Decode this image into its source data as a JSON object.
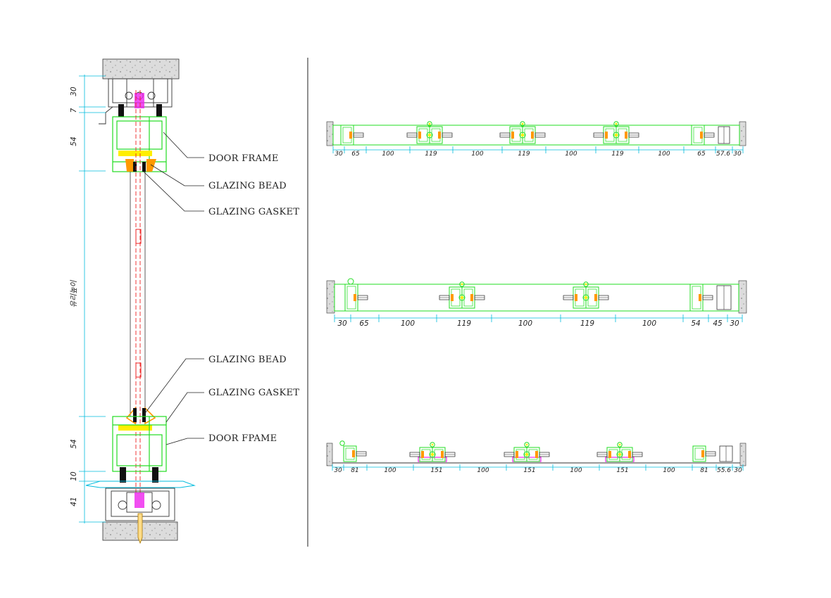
{
  "section": {
    "callouts": {
      "door_frame_top": "DOOR FRAME",
      "glazing_bead_top": "GLAZING BEAD",
      "glazing_gasket_top": "GLAZING GASKET",
      "glazing_bead_bottom": "GLAZING BEAD",
      "glazing_gasket_bottom": "GLAZING GASKET",
      "door_frame_bottom": "DOOR FPAME"
    },
    "vertical_dims": {
      "d1": "30",
      "d2": "7",
      "d3": "54",
      "glass_height": "유리높이",
      "d5": "54",
      "d6": "10",
      "d7": "41"
    }
  },
  "plan_1": {
    "dims": [
      "30",
      "65",
      "100",
      "119",
      "100",
      "119",
      "100",
      "119",
      "100",
      "65",
      "57.6",
      "30"
    ]
  },
  "plan_2": {
    "dims": [
      "30",
      "65",
      "100",
      "119",
      "100",
      "119",
      "100",
      "54",
      "45",
      "30"
    ]
  },
  "plan_3": {
    "dims": [
      "30",
      "81",
      "100",
      "151",
      "100",
      "151",
      "100",
      "151",
      "100",
      "81",
      "55.6",
      "30"
    ]
  },
  "colors": {
    "frame_green": "#22dd22",
    "cut_red": "#ee2222",
    "gasket_magenta": "#ee22ee",
    "bead_yellow": "#ffee00",
    "bead_orange": "#ff9900",
    "dim_cyan": "#00bbdd",
    "wall_grey": "#d8d8d8"
  }
}
